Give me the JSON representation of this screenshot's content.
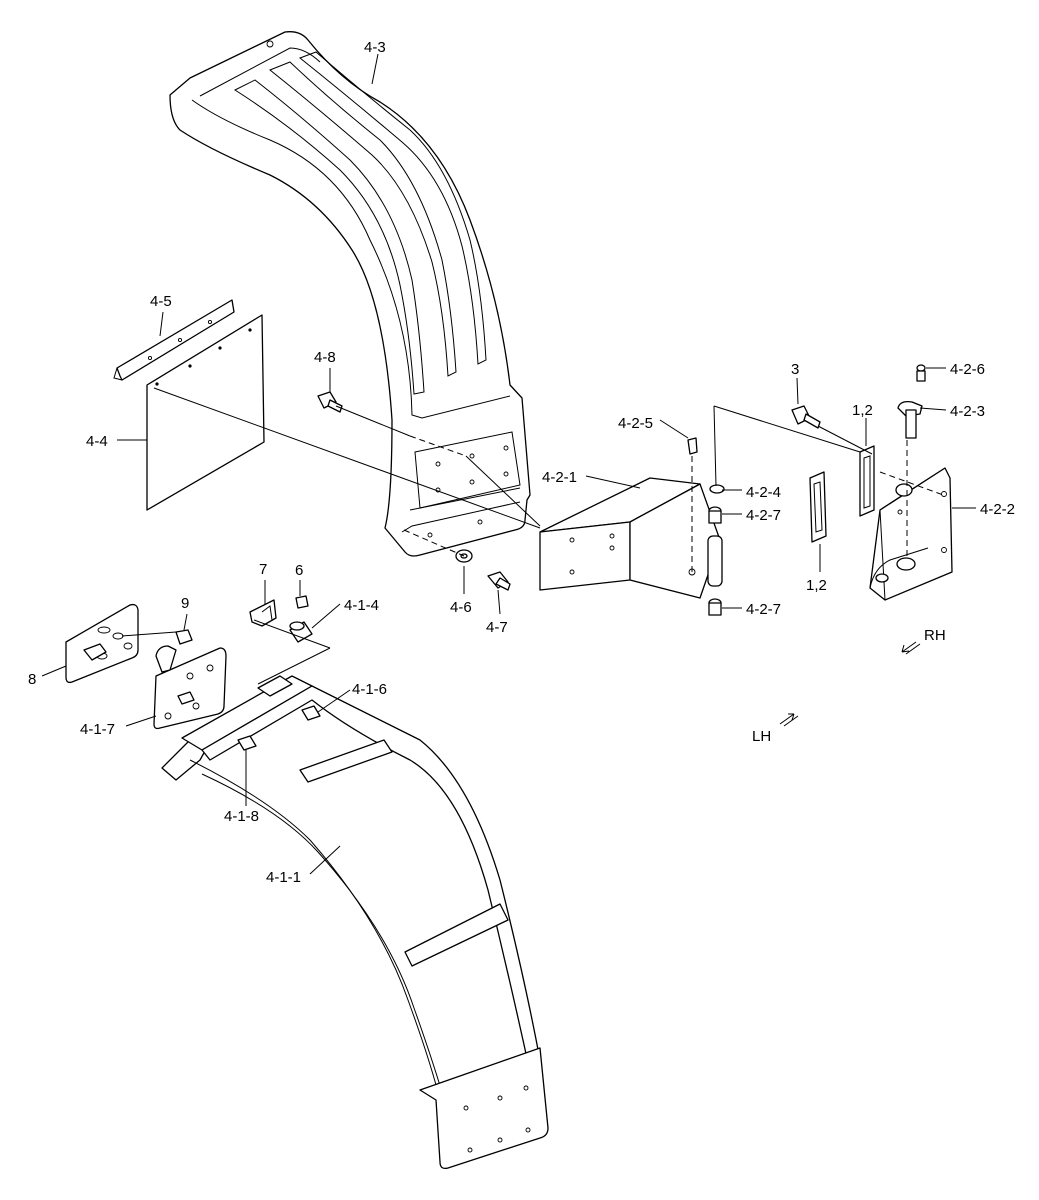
{
  "labels": {
    "l_4_3": "4-3",
    "l_4_5": "4-5",
    "l_4_4": "4-4",
    "l_4_8": "4-8",
    "l_4_6": "4-6",
    "l_4_7": "4-7",
    "l_4_2_5": "4-2-5",
    "l_4_2_1": "4-2-1",
    "l_4_2_4": "4-2-4",
    "l_4_2_7_top": "4-2-7",
    "l_4_2_7_bottom": "4-2-7",
    "l_3": "3",
    "l_1_2_top": "1,2",
    "l_1_2_bottom": "1,2",
    "l_4_2_6": "4-2-6",
    "l_4_2_3": "4-2-3",
    "l_4_2_2": "4-2-2",
    "l_rh": "RH",
    "l_lh": "LH",
    "l_7": "7",
    "l_6": "6",
    "l_4_1_4": "4-1-4",
    "l_9": "9",
    "l_8": "8",
    "l_4_1_7": "4-1-7",
    "l_4_1_6": "4-1-6",
    "l_4_1_8": "4-1-8",
    "l_4_1_1": "4-1-1"
  }
}
